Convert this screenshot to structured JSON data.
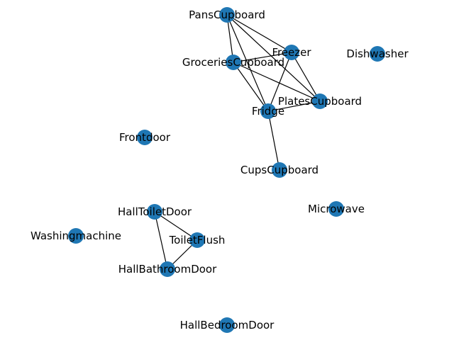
{
  "graph": {
    "node_color": "#1f77b4",
    "edge_color": "#000000",
    "nodes": [
      {
        "id": "PansCupboard",
        "label": "PansCupboard"
      },
      {
        "id": "Freezer",
        "label": "Freezer"
      },
      {
        "id": "Dishwasher",
        "label": "Dishwasher"
      },
      {
        "id": "GroceriesCupboard",
        "label": "GroceriesCupboard"
      },
      {
        "id": "PlatesCupboard",
        "label": "PlatesCupboard"
      },
      {
        "id": "Fridge",
        "label": "Fridge"
      },
      {
        "id": "Frontdoor",
        "label": "Frontdoor"
      },
      {
        "id": "CupsCupboard",
        "label": "CupsCupboard"
      },
      {
        "id": "Microwave",
        "label": "Microwave"
      },
      {
        "id": "HallToiletDoor",
        "label": "HallToiletDoor"
      },
      {
        "id": "Washingmachine",
        "label": "Washingmachine"
      },
      {
        "id": "ToiletFlush",
        "label": "ToiletFlush"
      },
      {
        "id": "HallBathroomDoor",
        "label": "HallBathroomDoor"
      },
      {
        "id": "HallBedroomDoor",
        "label": "HallBedroomDoor"
      }
    ],
    "edges": [
      [
        "PansCupboard",
        "Freezer"
      ],
      [
        "PansCupboard",
        "GroceriesCupboard"
      ],
      [
        "PansCupboard",
        "PlatesCupboard"
      ],
      [
        "PansCupboard",
        "Fridge"
      ],
      [
        "GroceriesCupboard",
        "Freezer"
      ],
      [
        "GroceriesCupboard",
        "PlatesCupboard"
      ],
      [
        "GroceriesCupboard",
        "Fridge"
      ],
      [
        "Freezer",
        "PlatesCupboard"
      ],
      [
        "Freezer",
        "Fridge"
      ],
      [
        "Fridge",
        "PlatesCupboard"
      ],
      [
        "Fridge",
        "CupsCupboard"
      ],
      [
        "HallToiletDoor",
        "ToiletFlush"
      ],
      [
        "HallToiletDoor",
        "HallBathroomDoor"
      ],
      [
        "ToiletFlush",
        "HallBathroomDoor"
      ]
    ]
  }
}
